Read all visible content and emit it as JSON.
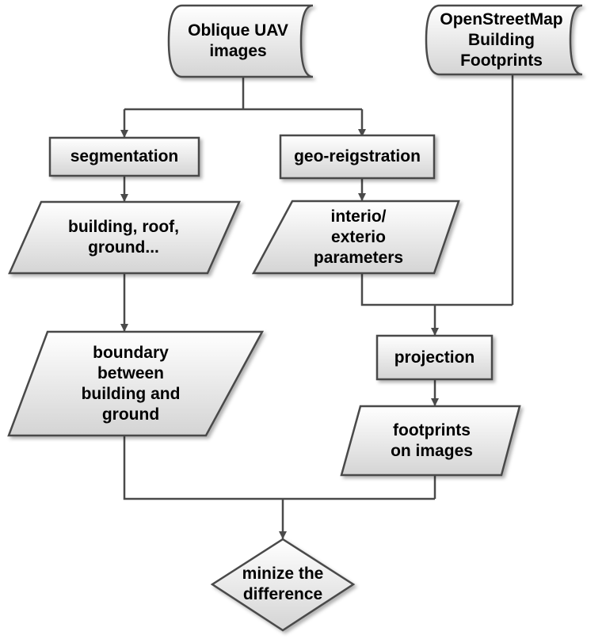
{
  "nodes": {
    "oblique_uav_images": "Oblique UAV\nimages",
    "osm_footprints": "OpenStreetMap\nBuilding\nFootprints",
    "segmentation": "segmentation",
    "geo_registration": "geo-reigstration",
    "building_roof_ground": "building, roof,\nground...",
    "interior_exterior_params": "interio/\nexterio\nparameters",
    "boundary": "boundary\nbetween\nbuilding and\nground",
    "projection": "projection",
    "footprints_on_images": "footprints\non images",
    "minimize_difference": "minize the\ndifference"
  },
  "colors": {
    "stroke": "#4a4a4a",
    "fill_top": "#ffffff",
    "fill_bottom": "#d4d4d4",
    "text": "#000000"
  }
}
